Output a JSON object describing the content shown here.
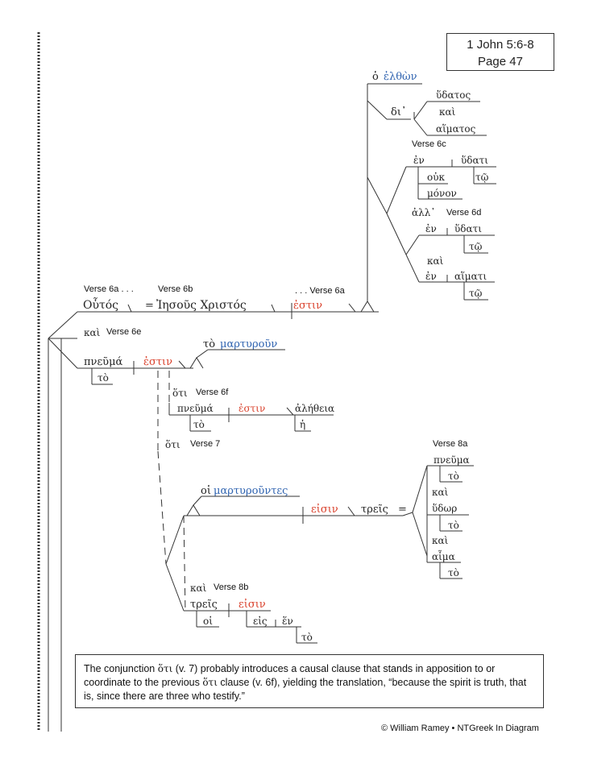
{
  "reference": {
    "line1": "1 John 5:6-8",
    "line2": "Page 47"
  },
  "labels": {
    "v6a_start": "Verse 6a . . .",
    "v6b": "Verse 6b",
    "v6a_end": ". . . Verse 6a",
    "v6e": "Verse 6e",
    "v6c": "Verse 6c",
    "v6d": "Verse 6d",
    "v6f": "Verse 6f",
    "v7": "Verse 7",
    "v8a": "Verse 8a",
    "v8b": "Verse 8b"
  },
  "words": {
    "houtos": "Οὗτός",
    "equals": "=",
    "iesous_christos": "Ἰησοῦς Χριστός",
    "estin_main": "ἐστιν",
    "ho_elthon_ho": "ὁ",
    "elthon": "ἐλθὼν",
    "di": "δι᾽",
    "hudatos": "ὕδατος",
    "kai_1": "καὶ",
    "haimatos": "αἵματος",
    "en_1": "ἐν",
    "hudati_1": "ὕδατι",
    "to_1": "τῷ",
    "ouk": "οὐκ",
    "monon": "μόνον",
    "all": "ἀλλ᾽",
    "en_2": "ἐν",
    "hudati_2": "ὕδατι",
    "to_2": "τῷ",
    "kai_2": "καὶ",
    "en_3": "ἐν",
    "haimati": "αἵματι",
    "to_3": "τῷ",
    "kai_6e": "καὶ",
    "pneuma_1": "πνεῦμά",
    "to_pneuma_1": "τὸ",
    "estin_6e": "ἐστιν",
    "to_martyroun_to": "τὸ",
    "martyroun": "μαρτυροῦν",
    "hoti_1": "ὅτι",
    "pneuma_2": "πνεῦμά",
    "to_pneuma_2": "τὸ",
    "estin_6f": "ἐστιν",
    "aletheia": "ἀλήθεια",
    "he": "ἡ",
    "hoti_2": "ὅτι",
    "hoi_1": "οἱ",
    "martyrountes": "μαρτυροῦντες",
    "eisin_1": "εἰσιν",
    "treis_1": "τρεῖς",
    "equals_2": "=",
    "pneuma_3": "πνεῦμα",
    "to_pneuma_3": "τὸ",
    "kai_3": "καὶ",
    "hydor": "ὕδωρ",
    "to_hydor": "τὸ",
    "kai_4": "καὶ",
    "haima": "αἷμα",
    "to_haima": "τὸ",
    "kai_8b": "καὶ",
    "treis_2": "τρεῖς",
    "eisin_2": "εἰσιν",
    "hoi_2": "οἱ",
    "eis": "εἰς",
    "hen": "ἕν",
    "to_hen": "τὸ"
  },
  "note": {
    "part1": "The conjunction ",
    "hoti_a": "ὅτι",
    "part2": " (v. 7) probably introduces a causal clause that stands in apposition to or coordinate to the previous ",
    "hoti_b": "ὅτι",
    "part3": " clause (v. 6f), yielding the translation, “because the spirit is truth, that is, since there are three who testify.”"
  },
  "footer": "© William Ramey • NTGreek In Diagram",
  "colors": {
    "verb": "#d9402b",
    "participle": "#2f63b0",
    "line": "#333333"
  }
}
